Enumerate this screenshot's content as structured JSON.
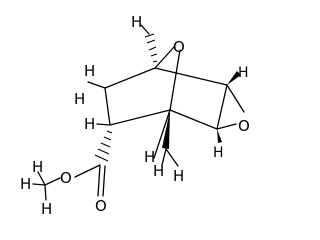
{
  "molecule": {
    "atoms": {
      "h_top": "H",
      "o_bridge": "O",
      "h_left": "H",
      "h_ring_upper": "H",
      "h_epoxide_right": "H",
      "h_ring_lower": "H",
      "o_epoxide": "O",
      "h_epoxide_left": "H",
      "h_methyl_center": "H",
      "h_ester_left": "H",
      "h_ester_down": "H",
      "o_ester_single": "O",
      "o_carbonyl": "O",
      "h_methoxy_left": "H",
      "h_methoxy_down": "H",
      "h_methoxy_upper": "H"
    }
  }
}
